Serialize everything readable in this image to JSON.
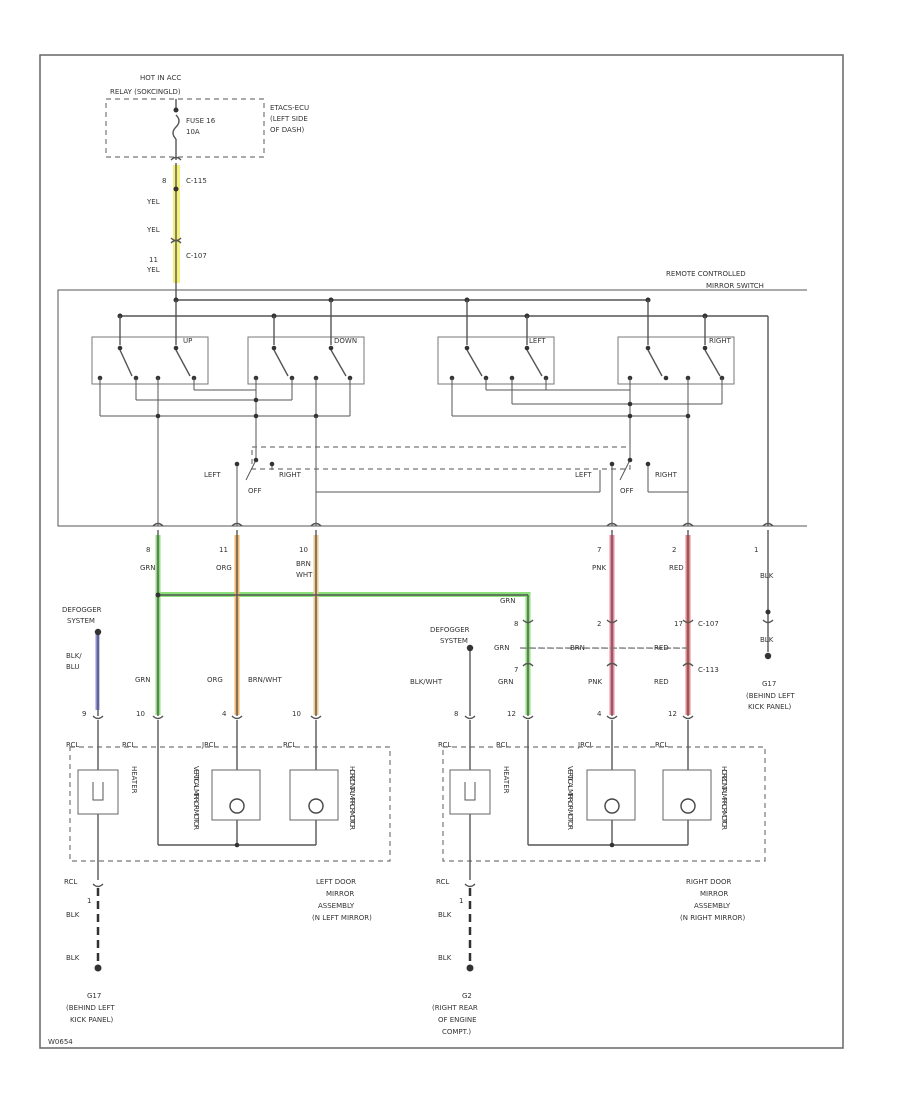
{
  "power": {
    "hot_label": "HOT IN ACC",
    "relay_label": "RELAY (SOKCINGLD)",
    "fuse_label": "FUSE 16",
    "fuse_amp": "10A",
    "box_label_1": "ETACS-ECU",
    "box_label_2": "(LEFT SIDE",
    "box_label_3": "OF DASH)"
  },
  "feed": {
    "pin_top": "8",
    "conn_top": "C-115",
    "wire_1": "YEL",
    "wire_2": "YEL",
    "pin_bottom": "11",
    "conn_bottom": "C-107",
    "wire_3": "YEL"
  },
  "switch": {
    "label_1": "REMOTE CONTROLLED",
    "label_2": "MIRROR SWITCH",
    "sw1": "UP",
    "sw2": "DOWN",
    "sw3": "LEFT",
    "sw4": "RIGHT",
    "sel_left_1": "LEFT",
    "sel_off_1": "OFF",
    "sel_right_1": "RIGHT",
    "sel_left_2": "LEFT",
    "sel_off_2": "OFF",
    "sel_right_2": "RIGHT"
  },
  "harness": {
    "p1_pin": "8",
    "p1_wire": "GRN",
    "p2_pin": "11",
    "p2_wire": "ORG",
    "p3_pin": "10",
    "p3_wire": "BRN",
    "p3_wire2": "WHT",
    "p4_pin": "7",
    "p4_wire": "PNK",
    "p5_pin": "2",
    "p5_wire": "RED",
    "p6_pin": "1",
    "p6_wire": "BLK",
    "grn_branch": "GRN",
    "conn_right_1": "C-107",
    "conn_right_2": "C-113",
    "pin_r1": "2",
    "pin_r2": "7",
    "pin_r3": "8",
    "pin_r4": "17",
    "grn_label_right": "GRN",
    "brn_wht_right": "BRN",
    "red_right": "RED"
  },
  "left_side": {
    "defogger_1": "DEFOGGER",
    "defogger_2": "SYSTEM",
    "wire_blu_1": "BLK/",
    "wire_blu_2": "BLU",
    "grn": "GRN",
    "org": "ORG",
    "brn_wht": "BRN/WHT",
    "pin_a": "9",
    "pin_b": "10",
    "pin_c": "4",
    "pin_d": "10",
    "rc_a": "RCL",
    "rc_b": "RCL",
    "rc_c": "JRCL",
    "rc_d": "RCL",
    "heater": "HEATER",
    "vert_motor": "VERTICAL MIRROR MOTOR",
    "horiz_motor": "HORIZONTAL MIRROR MOTOR",
    "assy_1": "LEFT DOOR",
    "assy_2": "MIRROR",
    "assy_3": "ASSEMBLY",
    "assy_4": "(N LEFT MIRROR)",
    "ground_rcl": "RCL",
    "ground_pin": "1",
    "ground_blk1": "BLK",
    "ground_blk2": "BLK",
    "ground_id": "G17",
    "ground_loc_1": "(BEHIND LEFT",
    "ground_loc_2": "KICK PANEL)"
  },
  "right_side": {
    "defogger_1": "DEFOGGER",
    "defogger_2": "SYSTEM",
    "blk_wht": "BLK/WHT",
    "grn": "GRN",
    "pnk": "PNK",
    "red": "RED",
    "pin_a": "8",
    "pin_b": "12",
    "pin_c": "4",
    "pin_d": "12",
    "rc_a": "RCL",
    "rc_b": "RCL",
    "rc_c": "JRCL",
    "rc_d": "RCL",
    "heater": "HEATER",
    "vert_motor": "VERTICAL MIRROR MOTOR",
    "horiz_motor": "HORIZONTAL MIRROR MOTOR",
    "assy_1": "RIGHT DOOR",
    "assy_2": "MIRROR",
    "assy_3": "ASSEMBLY",
    "assy_4": "(N RIGHT MIRROR)",
    "ground_rcl": "RCL",
    "ground_pin": "1",
    "ground_blk1": "BLK",
    "ground_blk2": "BLK",
    "ground_id": "G2",
    "ground_loc_1": "(RIGHT REAR",
    "ground_loc_2": "OF ENGINE",
    "ground_loc_3": "COMPT.)"
  },
  "g17_right": {
    "blk": "BLK",
    "id": "G17",
    "loc_1": "(BEHIND LEFT",
    "loc_2": "KICK PANEL)"
  },
  "footer": {
    "left_code": "W0654"
  },
  "colors": {
    "yel": "#f4f07a",
    "grn": "#8be07a",
    "org": "#f2b66b",
    "pnk": "#f0859a",
    "red": "#f07f86",
    "blu": "#8a8de0"
  }
}
